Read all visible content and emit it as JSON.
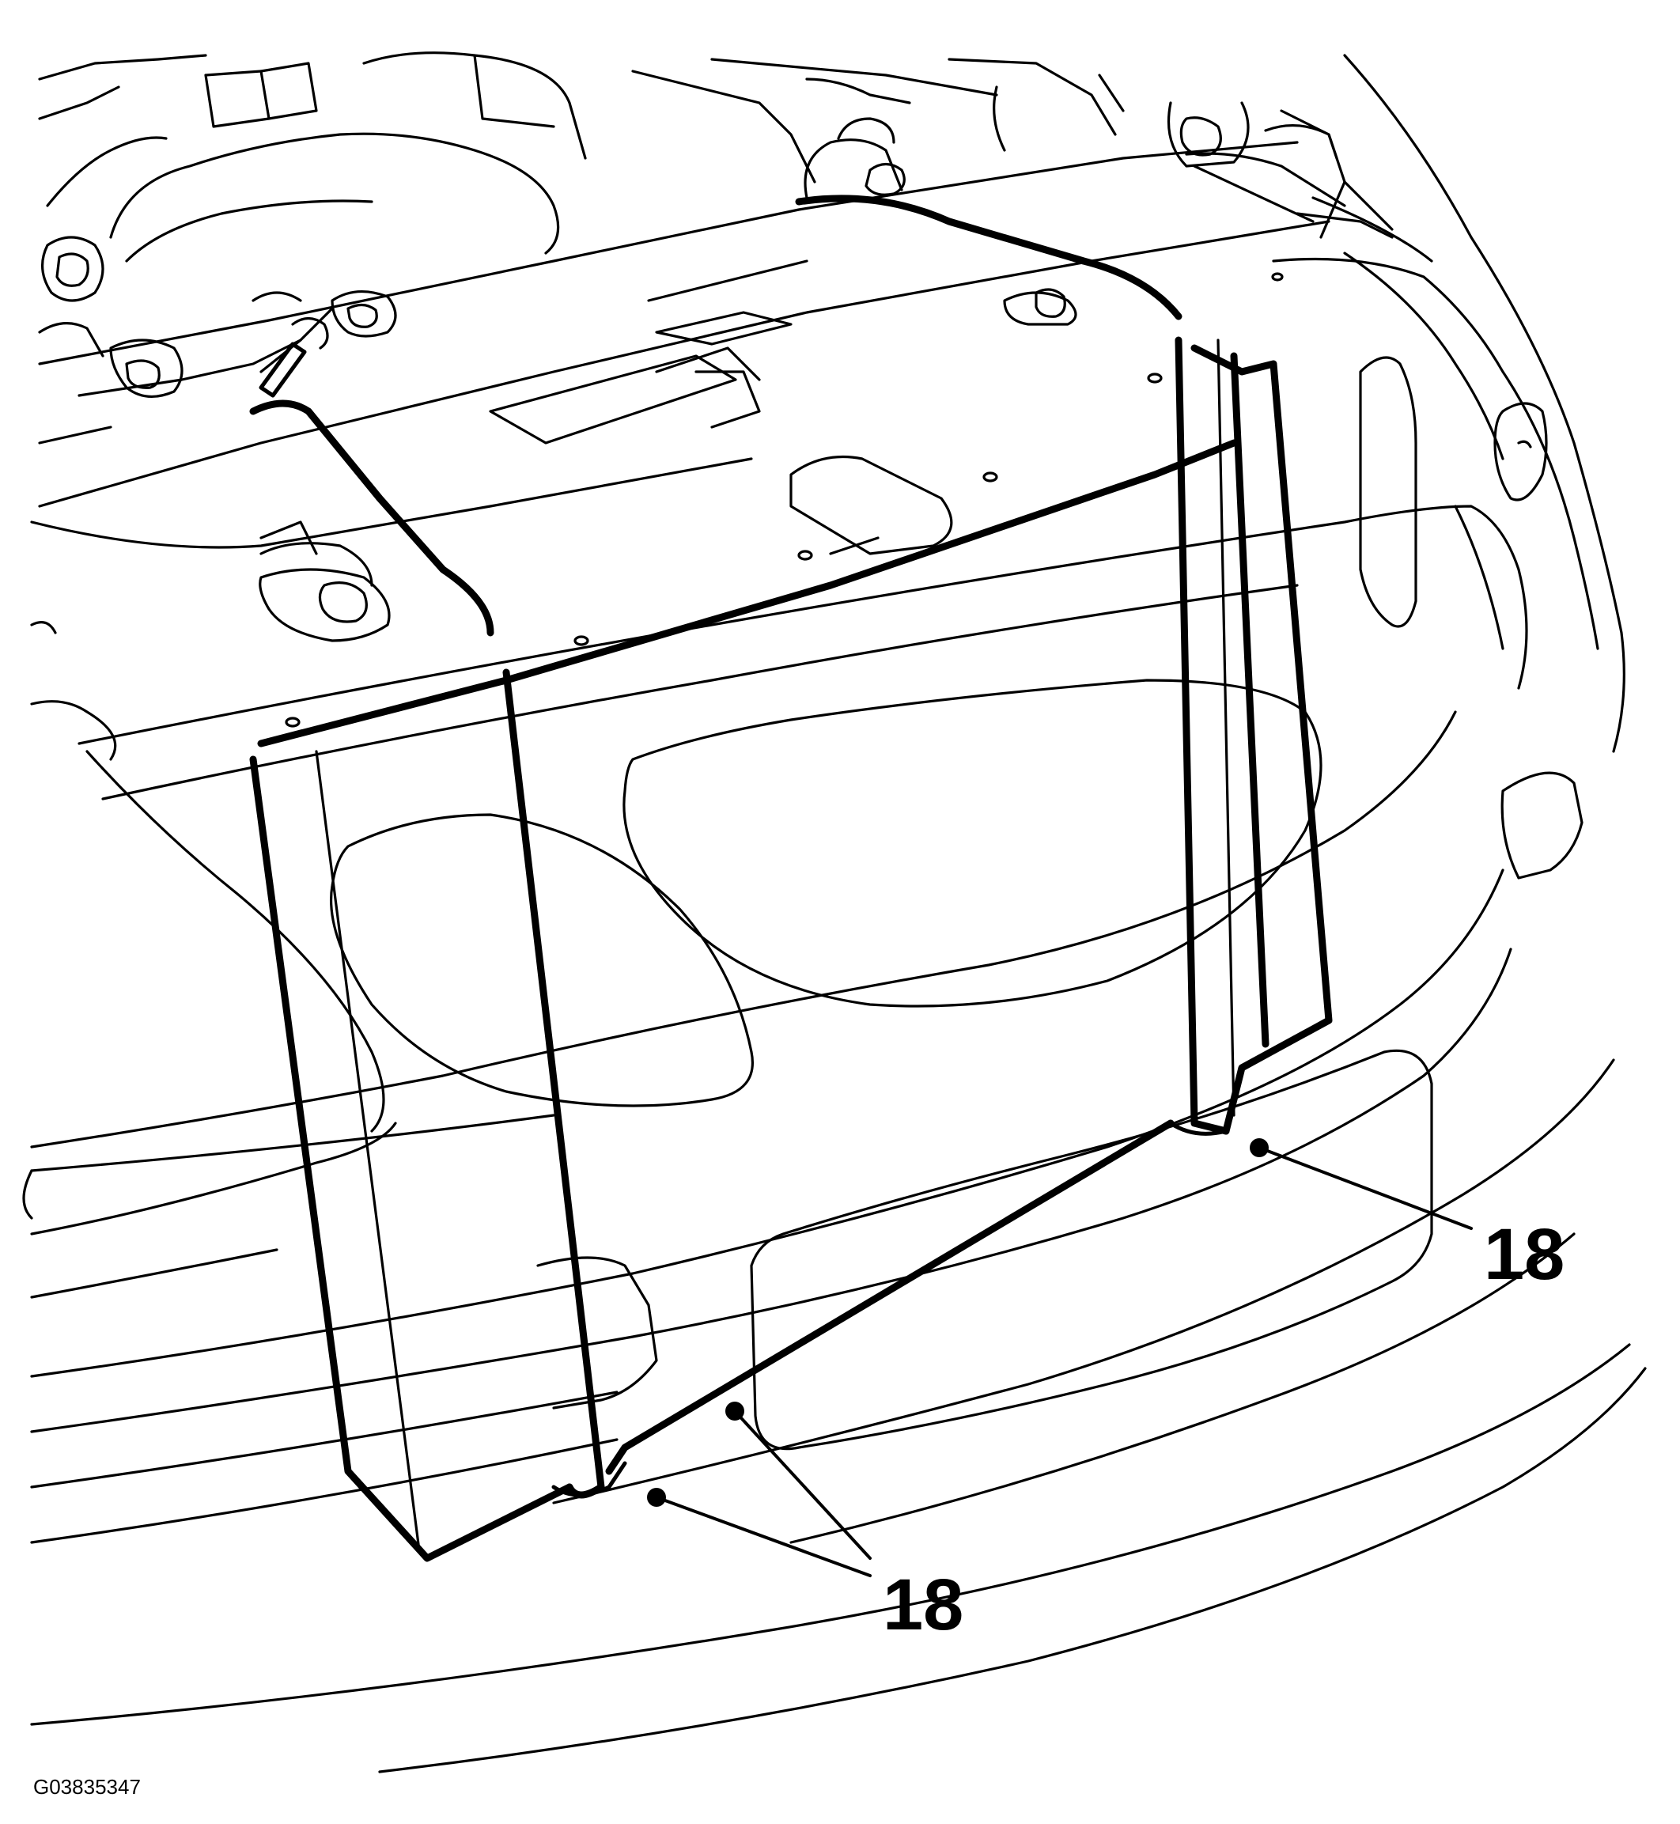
{
  "figure": {
    "id_text": "G03835347"
  },
  "callouts": [
    {
      "label": "18"
    },
    {
      "label": "18"
    }
  ],
  "colors": {
    "line": "#000000",
    "background": "#ffffff"
  }
}
